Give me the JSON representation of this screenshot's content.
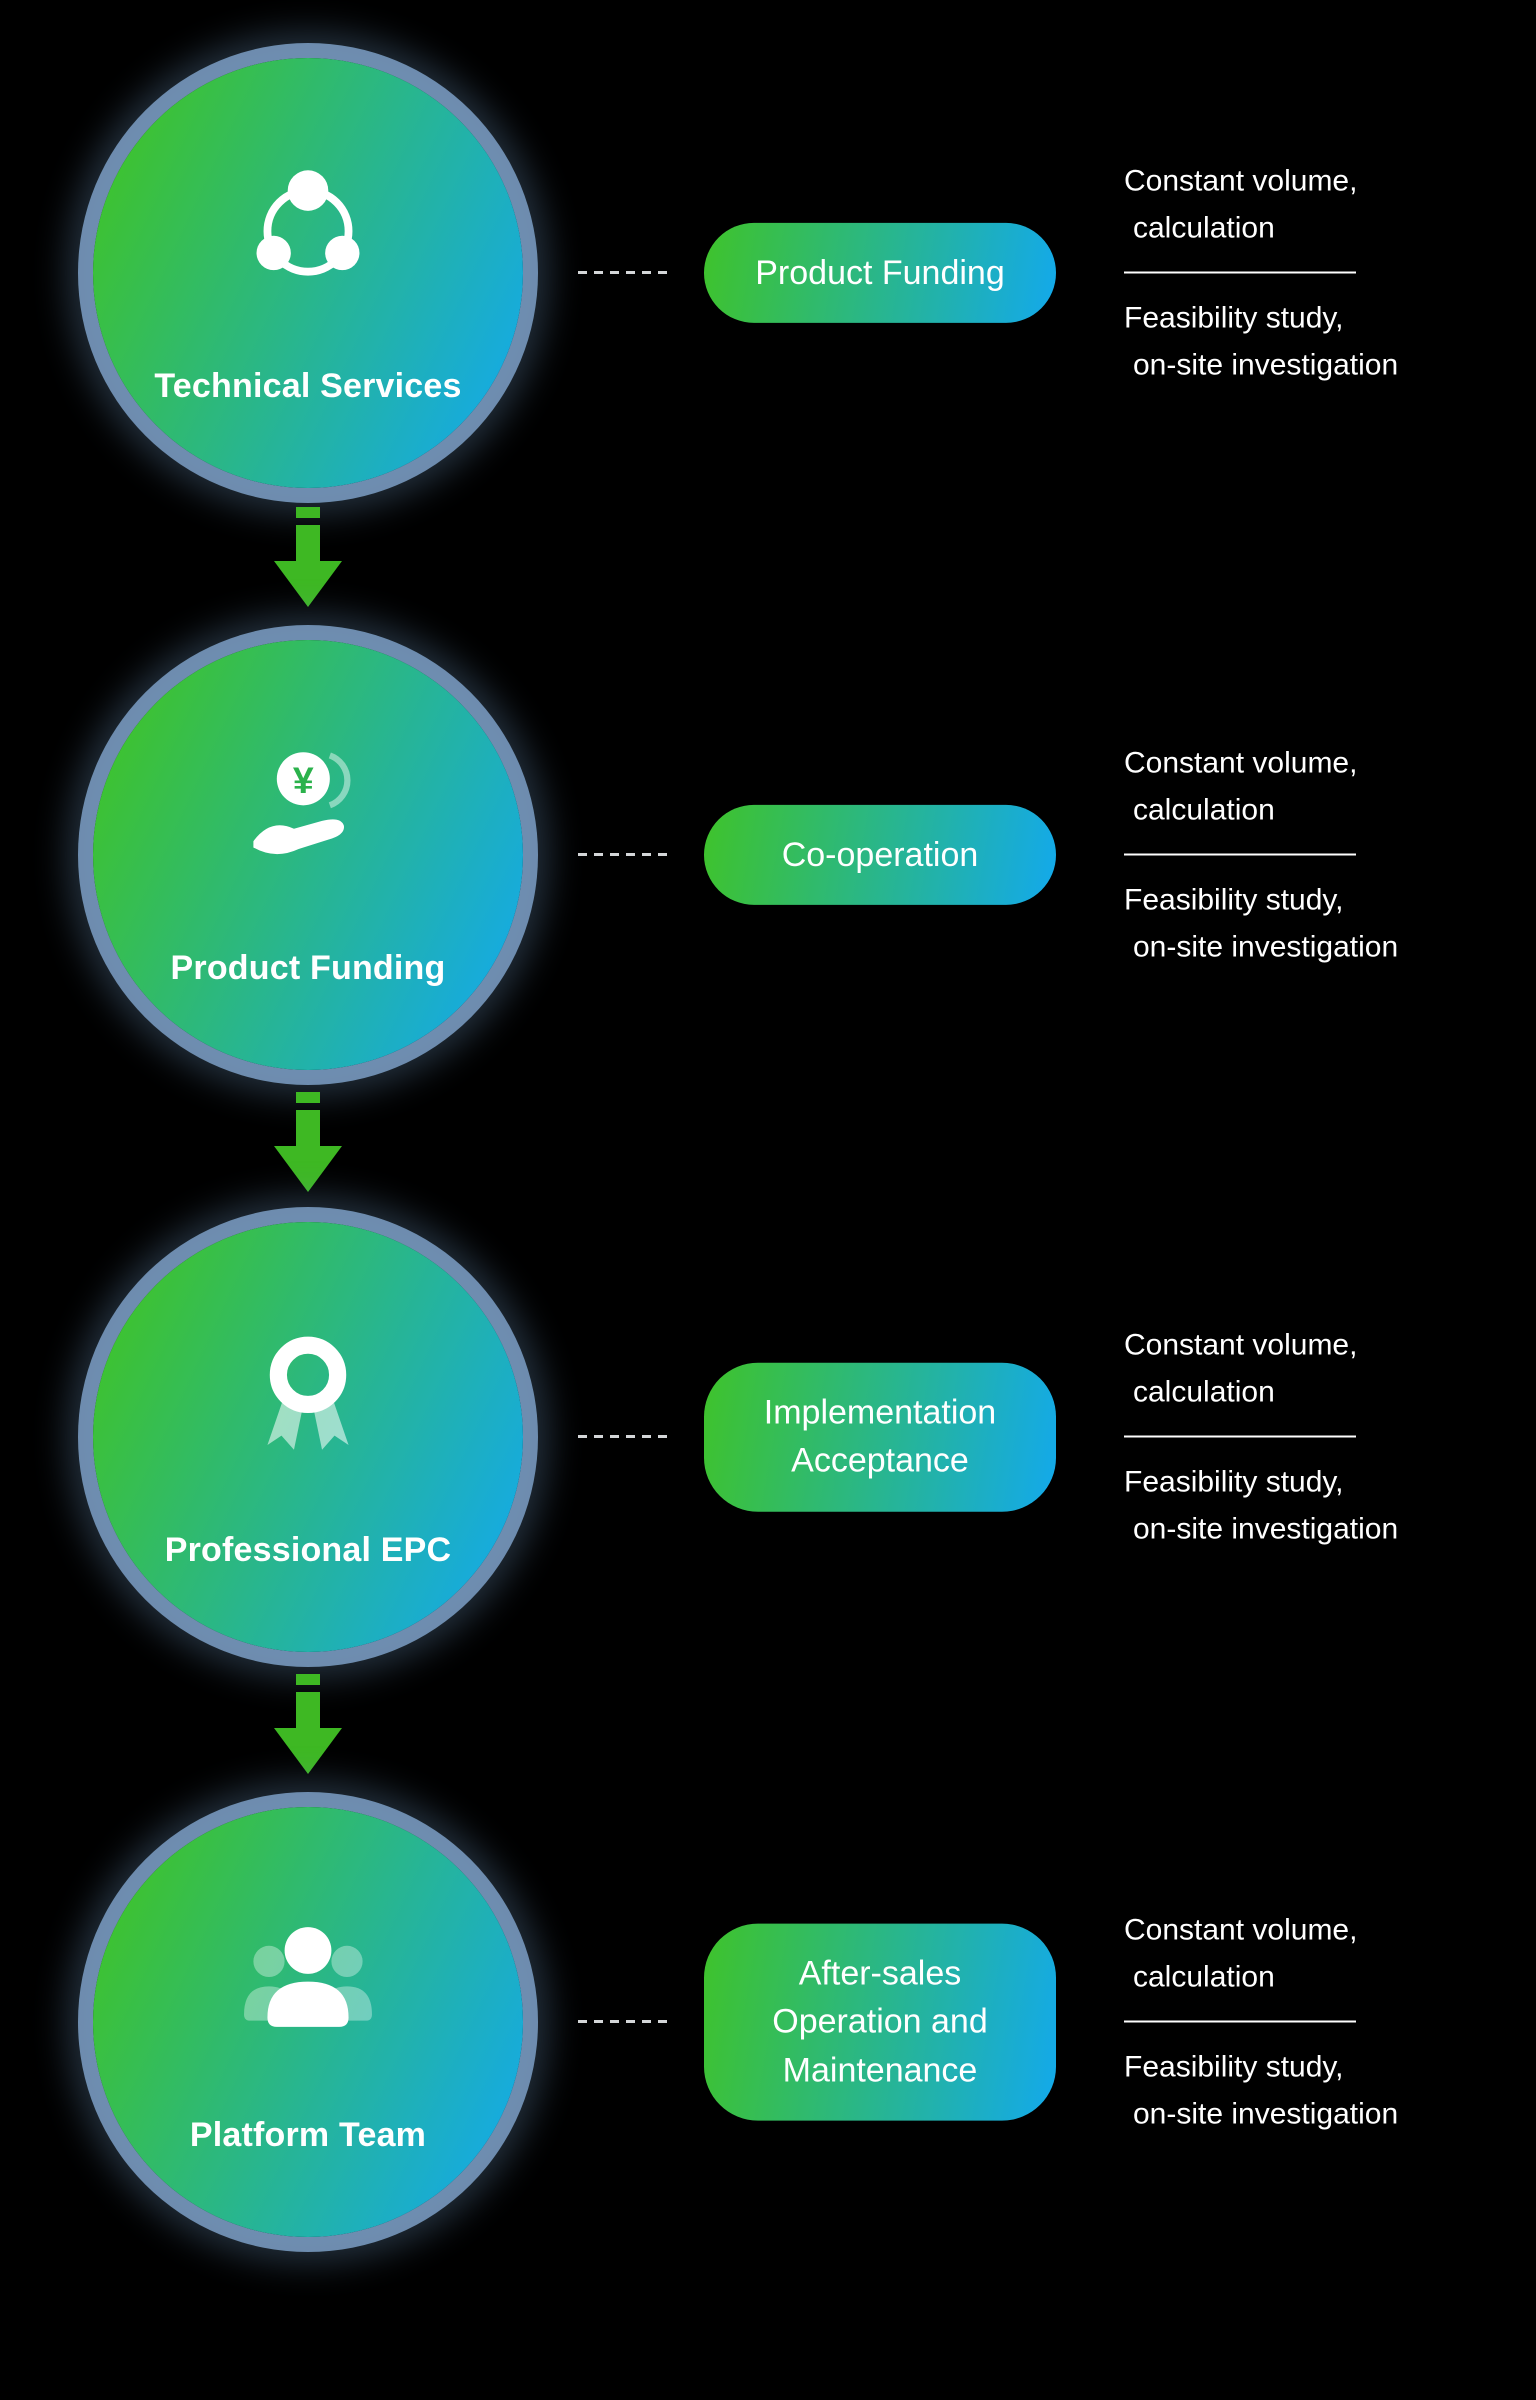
{
  "colors": {
    "accent_green": "#3fc32a",
    "accent_blue": "#13a9ec",
    "arrow_green": "#3eb823",
    "ring_blue": "#7d9fc5",
    "text_white": "#ffffff",
    "background": "#000000"
  },
  "stages": [
    {
      "circle_label": "Technical Services",
      "icon": "team-network-icon",
      "pill_label": "Product Funding",
      "note": {
        "line1": "Constant volume,",
        "line2": "calculation",
        "line3": "Feasibility study,",
        "line4": "on-site investigation"
      }
    },
    {
      "circle_label": "Product Funding",
      "icon": "funding-hand-coin-icon",
      "pill_label": "Co-operation",
      "note": {
        "line1": "Constant volume,",
        "line2": "calculation",
        "line3": "Feasibility study,",
        "line4": "on-site investigation"
      }
    },
    {
      "circle_label": "Professional EPC",
      "icon": "medal-icon",
      "pill_label": "Implementation Acceptance",
      "note": {
        "line1": "Constant volume,",
        "line2": "calculation",
        "line3": "Feasibility study,",
        "line4": "on-site investigation"
      }
    },
    {
      "circle_label": "Platform Team",
      "icon": "user-group-icon",
      "pill_label": "After-sales Operation and Maintenance",
      "note": {
        "line1": "Constant volume,",
        "line2": "calculation",
        "line3": "Feasibility study,",
        "line4": "on-site investigation"
      }
    }
  ]
}
